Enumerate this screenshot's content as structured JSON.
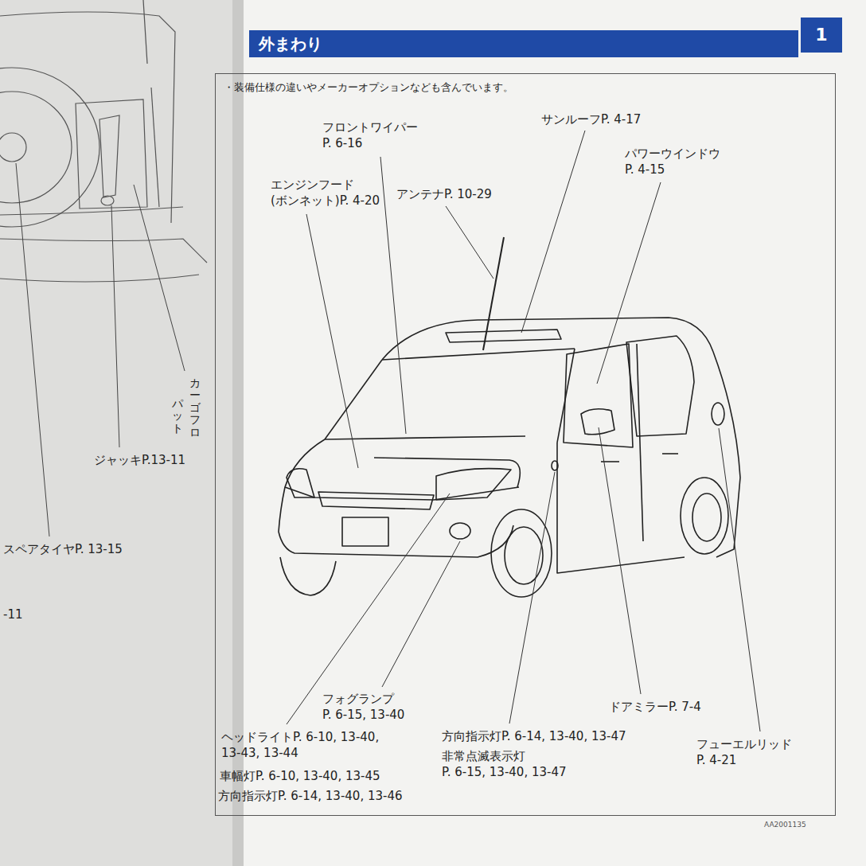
{
  "diagram": {
    "title": "外まわり",
    "nodes": [
      {
        "text": [
          "・装備仕様の違いやメーカーオプションなども含んでいます。"
        ]
      }
    ],
    "labels": [
      "1",
      "フロントワイパー P. 6-16",
      "サンルーフP. 4-17",
      "パワーウインドウ P. 4-15",
      "エンジンフード (ボンネット)P. 4-20",
      "アンテナP. 10-29",
      "フォグランプ P. 6-15, 13-40",
      "ヘッドライトP. 6-10, 13-40, 13-43, 13-44",
      "車幅灯P. 6-10, 13-40, 13-45",
      "方向指示灯P. 6-14, 13-40, 13-46",
      "方向指示灯P. 6-14, 13-40, 13-47",
      "非常点滅表示灯 P. 6-15, 13-40, 13-47",
      "ドアミラーP. 7-4",
      "フューエルリッド P. 4-21",
      "ジャッキP.13-11",
      "スペアタイヤP. 13-15",
      "-11",
      "カーゴフロ",
      "パット",
      "AA2001135"
    ]
  }
}
